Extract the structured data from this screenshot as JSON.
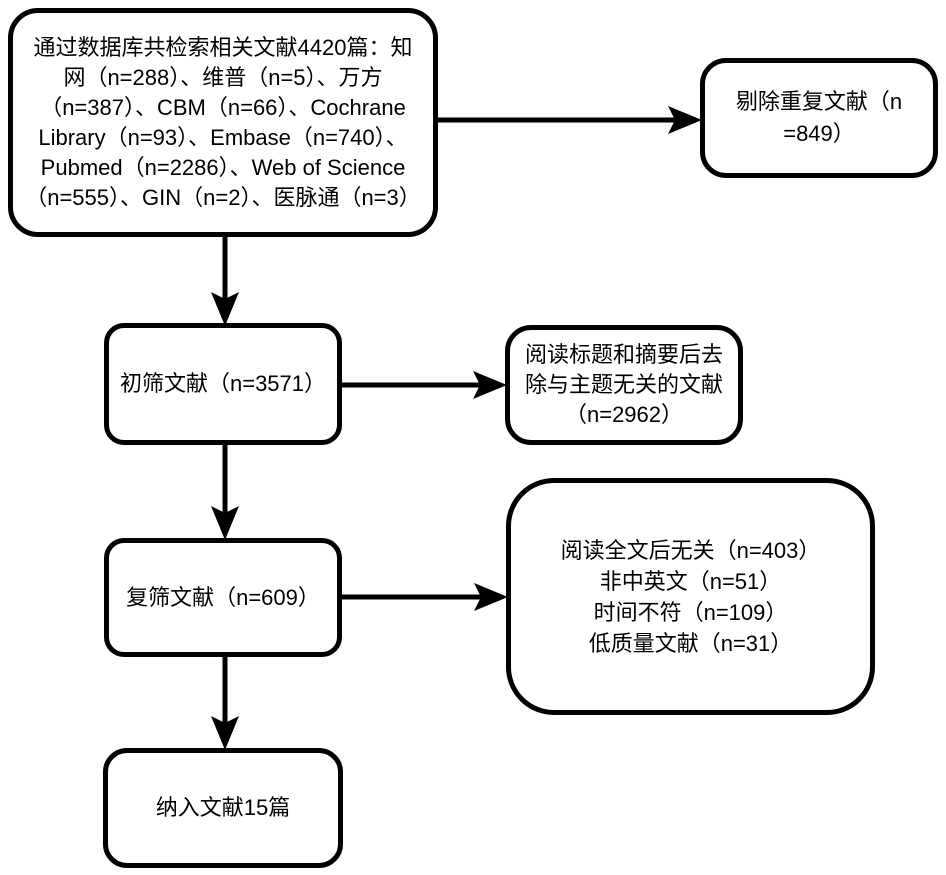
{
  "colors": {
    "ink": "#000000",
    "background": "#ffffff"
  },
  "flowchart": {
    "search": {
      "lines": [
        "通过数据库共检索相关文献4420篇：知",
        "网（n=288）、维普（n=5）、万方",
        "（n=387）、CBM（n=66）、Cochrane",
        "Library（n=93）、Embase（n=740）、",
        "Pubmed（n=2286）、Web of Science",
        "（n=555）、GIN（n=2）、医脉通（n=3）"
      ]
    },
    "duplicates": {
      "lines": [
        "剔除重复文献（n",
        "=849）"
      ]
    },
    "initial": {
      "lines": [
        "初筛文献（n=3571）"
      ]
    },
    "title_abstract": {
      "lines": [
        "阅读标题和摘要后去",
        "除与主题无关的文献",
        "（n=2962）"
      ]
    },
    "rescreen": {
      "lines": [
        "复筛文献（n=609）"
      ]
    },
    "fulltext": {
      "lines": [
        "阅读全文后无关（n=403）",
        "非中英文（n=51）",
        "时间不符（n=109）",
        "低质量文献（n=31）"
      ]
    },
    "included": {
      "lines": [
        "纳入文献15篇"
      ]
    }
  }
}
